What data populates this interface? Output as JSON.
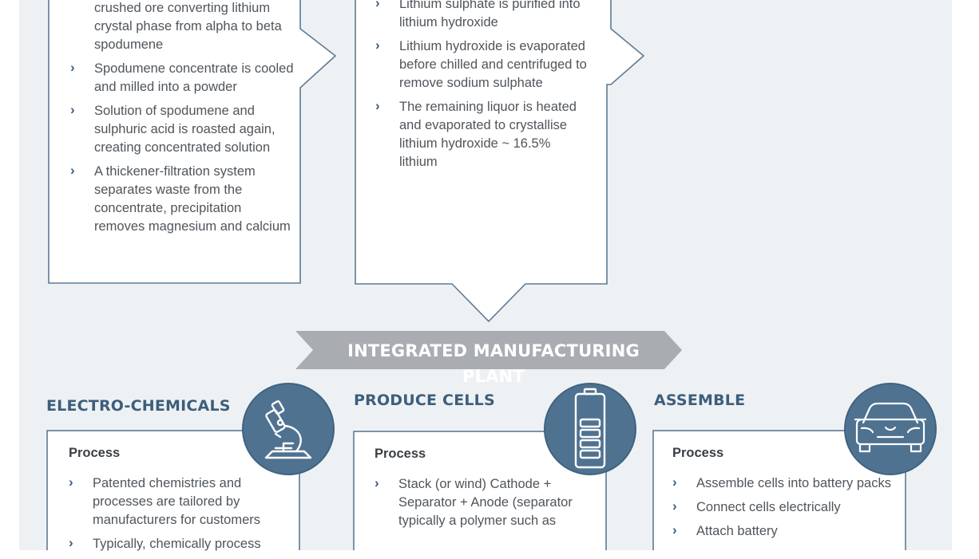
{
  "top_left_box": {
    "items": [
      "crushed ore converting lithium crystal phase from alpha to beta spodumene",
      "Spodumene concentrate is cooled and milled into a powder",
      "Solution of spodumene and sulphuric acid is roasted again, creating concentrated solution",
      "A thickener-filtration system separates waste from the concentrate, precipitation removes magnesium and calcium"
    ]
  },
  "top_mid_box": {
    "items": [
      "Lithium sulphate is purified into lithium hydroxide",
      "Lithium hydroxide is evaporated before chilled and centrifuged to remove sodium sulphate",
      "The remaining liquor is heated and evaporated to crystallise lithium hydroxide ~ 16.5% lithium"
    ]
  },
  "banner": {
    "title": "INTEGRATED MANUFACTURING PLANT"
  },
  "sections": {
    "electro": {
      "heading": "ELECTRO-CHEMICALS",
      "process_label": "Process",
      "items": [
        "Patented chemistries and processes are tailored by manufacturers for customers",
        "Typically, chemically process"
      ],
      "icon": "microscope-icon"
    },
    "cells": {
      "heading": "PRODUCE CELLS",
      "process_label": "Process",
      "items": [
        "Stack (or wind) Cathode + Separator + Anode (separator typically a polymer such as"
      ],
      "icon": "battery-icon"
    },
    "assemble": {
      "heading": "ASSEMBLE",
      "process_label": "Process",
      "items": [
        "Assemble cells into battery packs",
        "Connect cells electrically",
        "Attach battery"
      ],
      "icon": "car-icon"
    }
  },
  "colors": {
    "background": "#eef1f3",
    "accent": "#3d5e7c",
    "badge": "#4f7290",
    "banner": "#a9adb1",
    "box_border": "#5b7a96"
  }
}
